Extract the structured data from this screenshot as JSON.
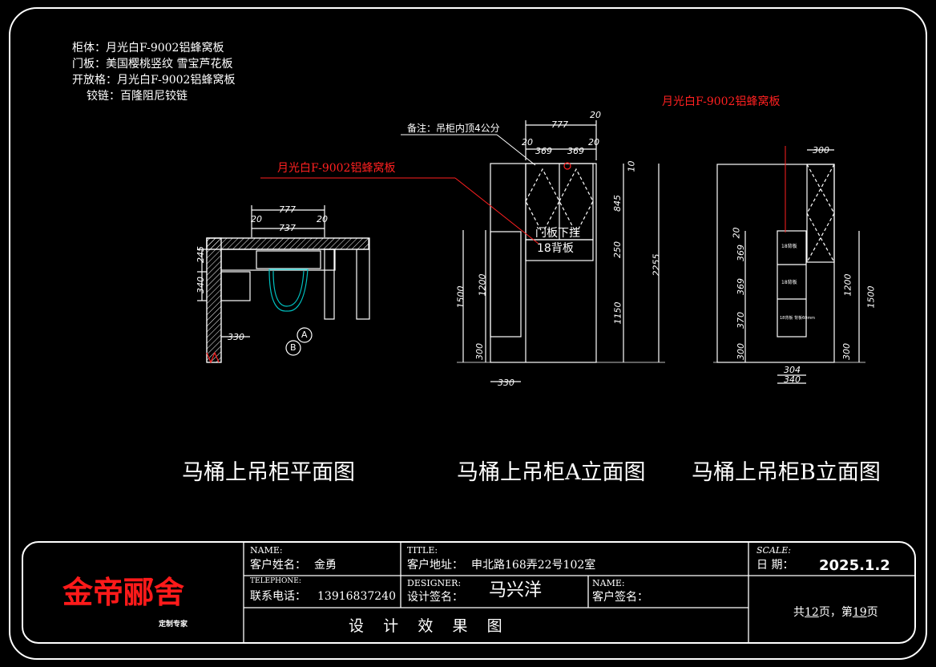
{
  "materials": {
    "line1": "柜体：月光白F-9002铝蜂窝板",
    "line2": "门板：美国樱桃竖纹   雪宝芦花板",
    "line3": "开放格：月光白F-9002铝蜂窝板",
    "line4": "铰链：百隆阻尼铰链"
  },
  "annotations": {
    "material_red_left": "月光白F-9002铝蜂窝板",
    "material_red_right": "月光白F-9002铝蜂窝板",
    "remark": "备注：吊柜内顶4公分",
    "door_hang": "门板下挂",
    "back_panel": "18背板"
  },
  "drawing_titles": {
    "plan": "马桶上吊柜平面图",
    "elev_a": "马桶上吊柜A立面图",
    "elev_b": "马桶上吊柜B立面图"
  },
  "plan_dims": {
    "top": "777",
    "left20": "20",
    "right20": "20",
    "inner": "737",
    "d245": "245",
    "d340": "340",
    "d330": "330",
    "markA": "A",
    "markB": "B"
  },
  "elev_a_dims": {
    "top": "777",
    "top20": "20",
    "l20": "20",
    "r20": "20",
    "w369a": "369",
    "w369b": "369",
    "d10": "10",
    "d845": "845",
    "d250": "250",
    "d1150": "1150",
    "d2255": "2255",
    "d1500": "1500",
    "d1200": "1200",
    "d300": "300",
    "d330": "330"
  },
  "elev_b_dims": {
    "d300top": "300",
    "d20": "20",
    "d369a": "369",
    "d369b": "369",
    "d370": "370",
    "d300": "300",
    "d1200": "1200",
    "d300r": "300",
    "d1500": "1500",
    "d304": "304",
    "d340": "340",
    "shelf1": "18背板",
    "shelf2": "18背板",
    "shelf3": "18背板 背板60mm"
  },
  "title_block": {
    "brand": "金帝郦舍",
    "brand_sub": "定制专家",
    "name_label": "NAME:",
    "client_name_label": "客户姓名：",
    "client_name": "金勇",
    "tel_label": "TELEPHONE:",
    "phone_label": "联系电话：",
    "phone": "13916837240",
    "title_label": "TITLE:",
    "address_label": "客户地址：",
    "address": "申北路168弄22号102室",
    "designer_label": "DESIGNER:",
    "designer_sign_label": "设计签名：",
    "designer": "马兴洋",
    "name2_label": "NAME:",
    "client_sign_label": "客户签名：",
    "scale_label": "SCALE:",
    "date_label": "日  期：",
    "date": "2025.1.2",
    "doc_type": "设    计    效    果    图",
    "pages_prefix": "共",
    "pages_total": "12",
    "pages_mid": "页，第",
    "page_current": "19",
    "pages_suffix": "页"
  }
}
